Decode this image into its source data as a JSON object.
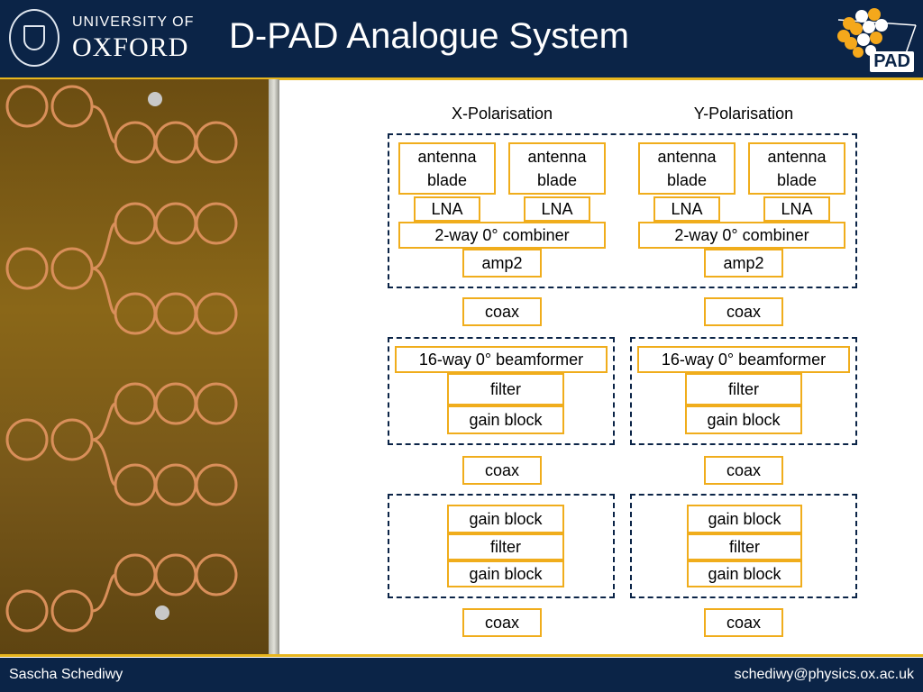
{
  "header": {
    "university_line": "UNIVERSITY OF",
    "oxford_line": "OXFORD",
    "title": "D-PAD Analogue System",
    "logo_text": "PAD"
  },
  "diagram": {
    "x_header": "X-Polarisation",
    "y_header": "Y-Polarisation",
    "x": {
      "antenna_1": "antenna blade",
      "antenna_2": "antenna blade",
      "lna_1": "LNA",
      "lna_2": "LNA",
      "combiner": "2-way 0° combiner",
      "amp2": "amp2",
      "coax_1": "coax",
      "beamformer": "16-way 0° beamformer",
      "filter_1": "filter",
      "gain_1": "gain block",
      "coax_2": "coax",
      "gain_2": "gain block",
      "filter_2": "filter",
      "gain_3": "gain block",
      "coax_3": "coax"
    },
    "y": {
      "antenna_1": "antenna blade",
      "antenna_2": "antenna blade",
      "lna_1": "LNA",
      "lna_2": "LNA",
      "combiner": "2-way 0° combiner",
      "amp2": "amp2",
      "coax_1": "coax",
      "beamformer": "16-way 0° beamformer",
      "filter_1": "filter",
      "gain_1": "gain block",
      "coax_2": "coax",
      "gain_2": "gain block",
      "filter_2": "filter",
      "gain_3": "gain block",
      "coax_3": "coax"
    }
  },
  "footer": {
    "author": "Sascha Schediwy",
    "email": "schediwy@physics.ox.ac.uk"
  },
  "colors": {
    "navy": "#0b2447",
    "gold": "#e8b61e",
    "box_border": "#f0ad1c"
  }
}
